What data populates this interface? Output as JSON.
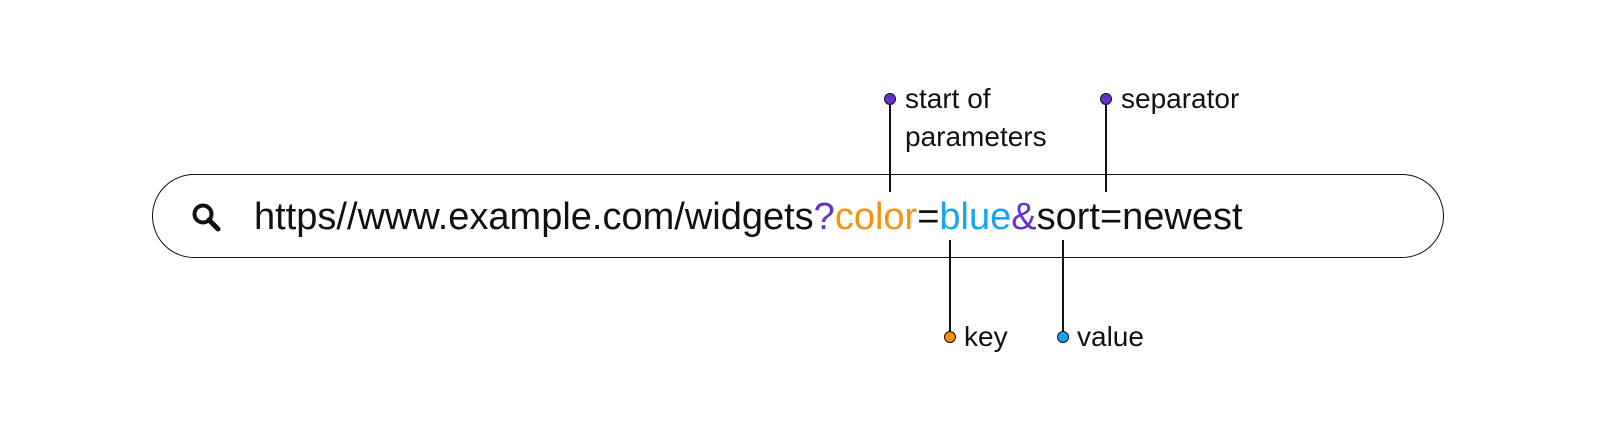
{
  "url": {
    "base": "https//www.example.com/widgets",
    "question_mark": "?",
    "key": "color",
    "equals_1": "=",
    "value": "blue",
    "ampersand": "&",
    "rest": "sort=newest"
  },
  "labels": {
    "start_of_parameters_line1": "start of",
    "start_of_parameters_line2": "parameters",
    "separator": "separator",
    "key": "key",
    "value": "value"
  },
  "colors": {
    "purple": "#6b2fc9",
    "orange": "#f5920f",
    "blue": "#1aa3f0",
    "dark": "#111111"
  },
  "icons": {
    "search": "search-icon"
  }
}
